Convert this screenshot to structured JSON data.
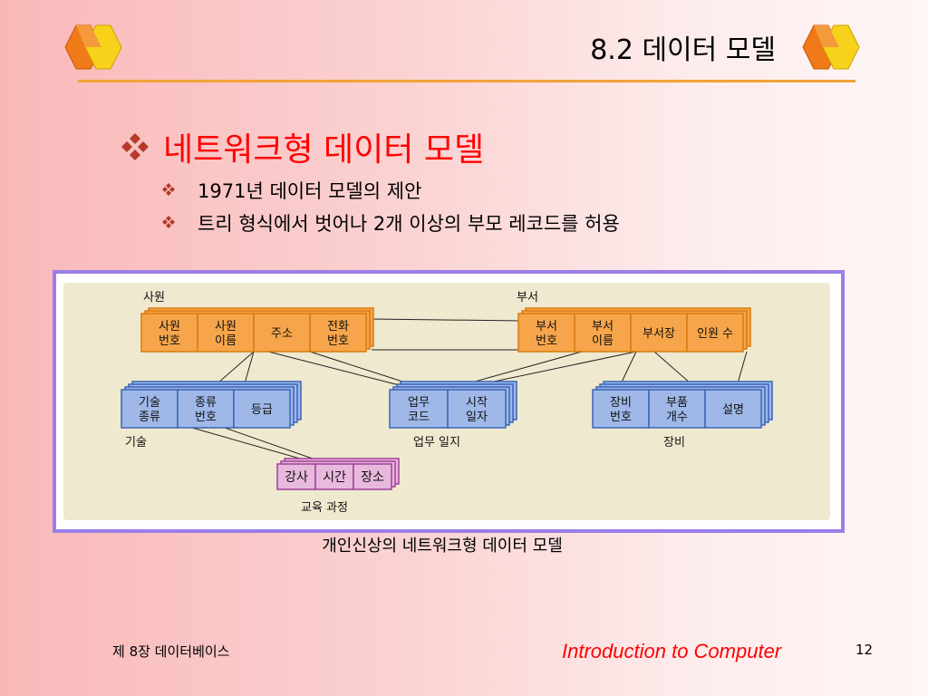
{
  "slide": {
    "title": "8.2 데이터 모델",
    "heading": "네트워크형 데이터 모델",
    "bullets": [
      "1971년 데이터 모델의 제안",
      "트리 형식에서 벗어나 2개 이상의 부모 레코드를 허용"
    ],
    "caption": "개인신상의 네트워크형 데이터 모델",
    "footer_chapter": "제 8장 데이터베이스",
    "footer_brand": "Introduction to Computer",
    "page_number": "12"
  },
  "colors": {
    "heading": "#ff0000",
    "rule": "#f2a23a",
    "frame": "#9b7ee6",
    "employee": "#f7a54a",
    "blue": "#9fb8e8",
    "course": "#e8b9dd"
  },
  "diagram": {
    "employee": {
      "label": "사원",
      "fields": [
        [
          "사원",
          "번호"
        ],
        [
          "사원",
          "이름"
        ],
        [
          "주소"
        ],
        [
          "전화",
          "번호"
        ]
      ]
    },
    "department": {
      "label": "부서",
      "fields": [
        [
          "부서",
          "번호"
        ],
        [
          "부서",
          "이름"
        ],
        [
          "부서장"
        ],
        [
          "인원 수"
        ]
      ]
    },
    "skill": {
      "label": "기술",
      "fields": [
        [
          "기술",
          "종류"
        ],
        [
          "종류",
          "번호"
        ],
        [
          "등급"
        ]
      ]
    },
    "work": {
      "label": "업무 일지",
      "fields": [
        [
          "업무",
          "코드"
        ],
        [
          "시작",
          "일자"
        ]
      ]
    },
    "equipment": {
      "label": "장비",
      "fields": [
        [
          "장비",
          "번호"
        ],
        [
          "부품",
          "개수"
        ],
        [
          "설명"
        ]
      ]
    },
    "course": {
      "label": "교육 과정",
      "fields": [
        [
          "강사"
        ],
        [
          "시간"
        ],
        [
          "장소"
        ]
      ]
    }
  }
}
